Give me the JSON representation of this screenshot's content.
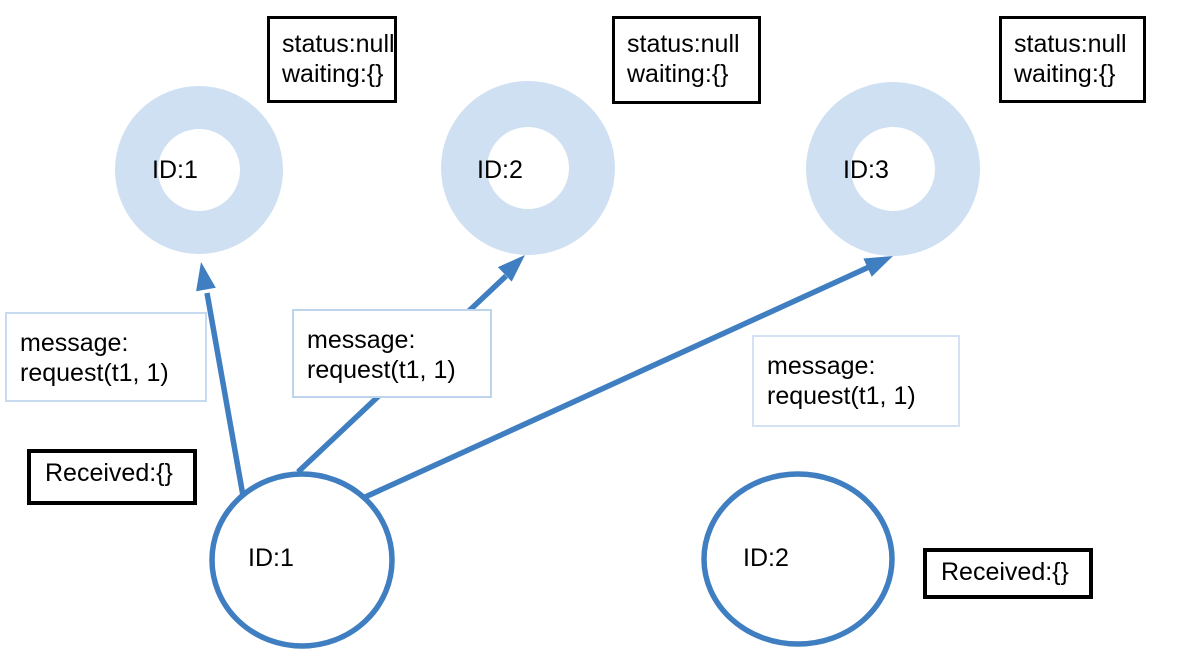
{
  "colors": {
    "arrow_blue": "#3f7ec0",
    "node_ring_fill": "#cfe0f2",
    "node_circle_stroke": "#3f7ec0",
    "message_border_1": "#c7dbf0",
    "message_border_2": "#bdd4ec",
    "message_border_3": "#d2e2f3",
    "black_border": "#000000",
    "background": "#ffffff"
  },
  "top_nodes": [
    {
      "id_label": "ID:1",
      "status_line1": "status:null",
      "status_line2": "waiting:{}"
    },
    {
      "id_label": "ID:2",
      "status_line1": "status:null",
      "status_line2": "waiting:{}"
    },
    {
      "id_label": "ID:3",
      "status_line1": "status:null",
      "status_line2": "waiting:{}"
    }
  ],
  "bottom_nodes": [
    {
      "id_label": "ID:1",
      "received_label": "Received:{}"
    },
    {
      "id_label": "ID:2",
      "received_label": "Received:{}"
    }
  ],
  "messages": [
    {
      "line1": "message:",
      "line2": "request(t1, 1)"
    },
    {
      "line1": "message:",
      "line2": "request(t1, 1)"
    },
    {
      "line1": "message:",
      "line2": "request(t1, 1)"
    }
  ]
}
